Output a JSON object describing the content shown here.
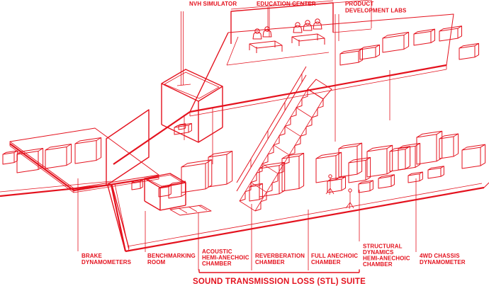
{
  "diagram": {
    "colors": {
      "red": "#E4121E",
      "background": "#FFFFFF"
    },
    "top_labels": {
      "nvh_simulator": {
        "lines": [
          "NVH SIMULATOR"
        ]
      },
      "education_center": {
        "lines": [
          "EDUCATION CENTER"
        ]
      },
      "product_development_labs": {
        "lines": [
          "PRODUCT",
          "DEVELOPMENT LABS"
        ]
      }
    },
    "bottom_labels": {
      "brake_dynamometers": {
        "lines": [
          "BRAKE",
          "DYNAMOMETERS"
        ]
      },
      "benchmarking_room": {
        "lines": [
          "BENCHMARKING",
          "ROOM"
        ]
      },
      "acoustic_hemi_anechoic_chamber": {
        "lines": [
          "ACOUSTIC",
          "HEMI-ANECHOIC",
          "CHAMBER"
        ]
      },
      "reverberation_chamber": {
        "lines": [
          "REVERBERATION",
          "CHAMBER"
        ]
      },
      "full_anechoic_chamber": {
        "lines": [
          "FULL ANECHOIC",
          "CHAMBER"
        ]
      },
      "structural_dynamics_hemi_anechoic_chamber": {
        "lines": [
          "STRUCTURAL",
          "DYNAMICS",
          "HEMI-ANECHOIC",
          "CHAMBER"
        ]
      },
      "awd_chassis_dynamometer": {
        "lines": [
          "4WD CHASSIS",
          "DYNAMOMETER"
        ]
      }
    },
    "suite_bracket": {
      "title": "SOUND TRANSMISSION LOSS (STL) SUITE"
    }
  }
}
